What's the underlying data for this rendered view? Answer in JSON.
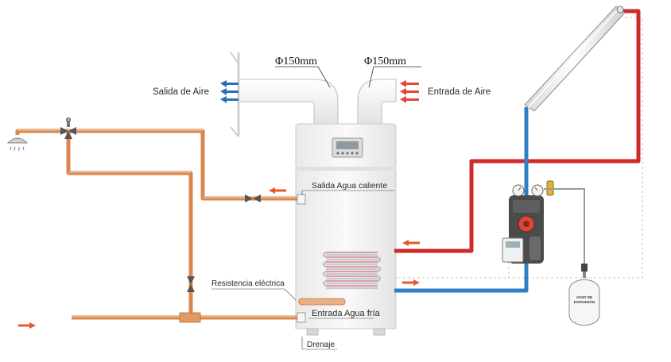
{
  "labels": {
    "duct_left_diameter": "Φ150mm",
    "duct_right_diameter": "Φ150mm",
    "air_outlet": "Salida de Aire",
    "air_inlet": "Entrada de Aire",
    "hot_water_outlet": "Salida Agua caliente",
    "electric_heater": "Resistencia eléctrica",
    "cold_water_inlet": "Entrada Agua fría",
    "drain": "Drenaje",
    "expansion_vessel_line1": "VASO DE",
    "expansion_vessel_line2": "EXPANSIÓN"
  },
  "colors": {
    "copper_pipe": "#d9874e",
    "hot_circuit": "#cf2a2a",
    "cold_circuit": "#2f7fc2",
    "flow_arrow": "#e8582a",
    "exhaust_arrow": "#2a6fb5",
    "intake_arrow": "#e0483a",
    "tank_body": "#f4f4f4",
    "duct": "#f1f1f1"
  },
  "icons": {
    "shower": "shower-head-icon",
    "valve": "valve-icon",
    "panel": "solar-collector-icon",
    "station": "solar-pump-station-icon",
    "vessel": "expansion-vessel-icon",
    "controller": "control-display-icon"
  }
}
